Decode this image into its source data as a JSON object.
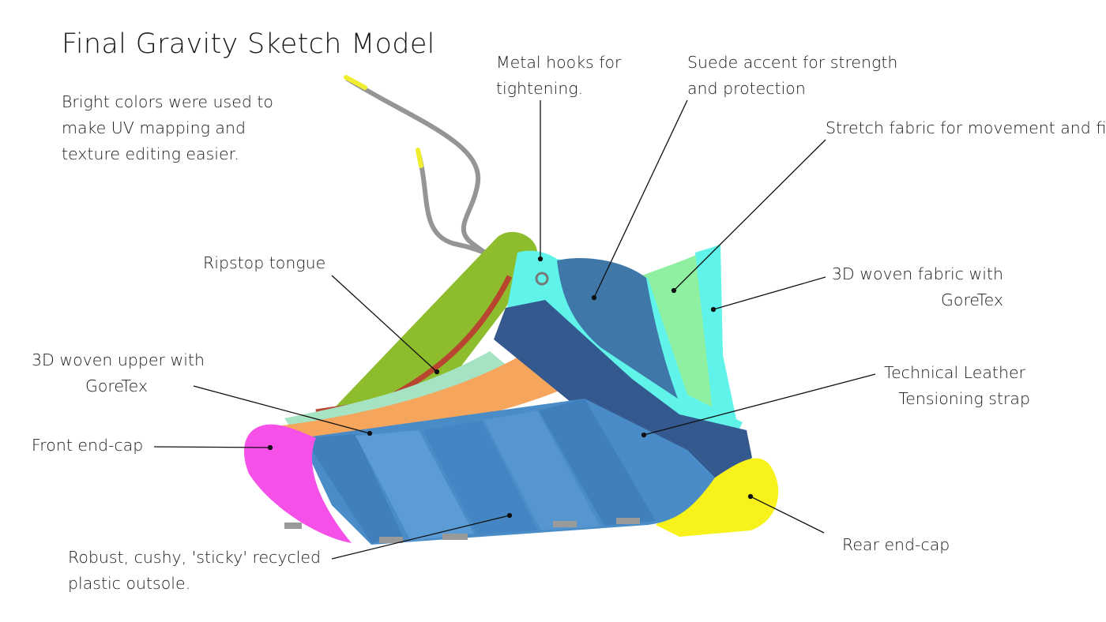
{
  "title": "Final Gravity Sketch Model",
  "intro": [
    "Bright colors were used to",
    "make UV mapping and",
    "texture editing easier."
  ],
  "labels": {
    "metal_hooks": [
      "Metal  hooks for",
      "tightening."
    ],
    "suede_accent": [
      "Suede accent for strength",
      "and protection"
    ],
    "stretch_fabric": [
      "Stretch fabric for movement and fi"
    ],
    "ripstop_tongue": [
      "Ripstop tongue"
    ],
    "woven_fabric": [
      "3D woven fabric with",
      "GoreTex"
    ],
    "woven_upper": [
      "3D woven upper with",
      "GoreTex"
    ],
    "technical_leather": [
      "Technical Leather",
      "Tensioning strap"
    ],
    "front_endcap": [
      "Front end-cap"
    ],
    "rear_endcap": [
      "Rear end-cap"
    ],
    "outsole": [
      "Robust, cushy, 'sticky' recycled",
      "plastic outsole."
    ]
  },
  "colors": {
    "outsole": "#4a8cc8",
    "front_endcap": "#f550e8",
    "rear_endcap": "#f7f21c",
    "orange_panel": "#f5a55c",
    "mint_panel": "#a6e3c3",
    "tongue": "#8dbd2d",
    "cyan_collar": "#5ff3ea",
    "suede": "#3f78a8",
    "strap": "#34598f",
    "stretch": "#8ff0a2",
    "lace": "#959595",
    "eyelet": "#b8452f",
    "aglet": "#f0ee2f"
  }
}
